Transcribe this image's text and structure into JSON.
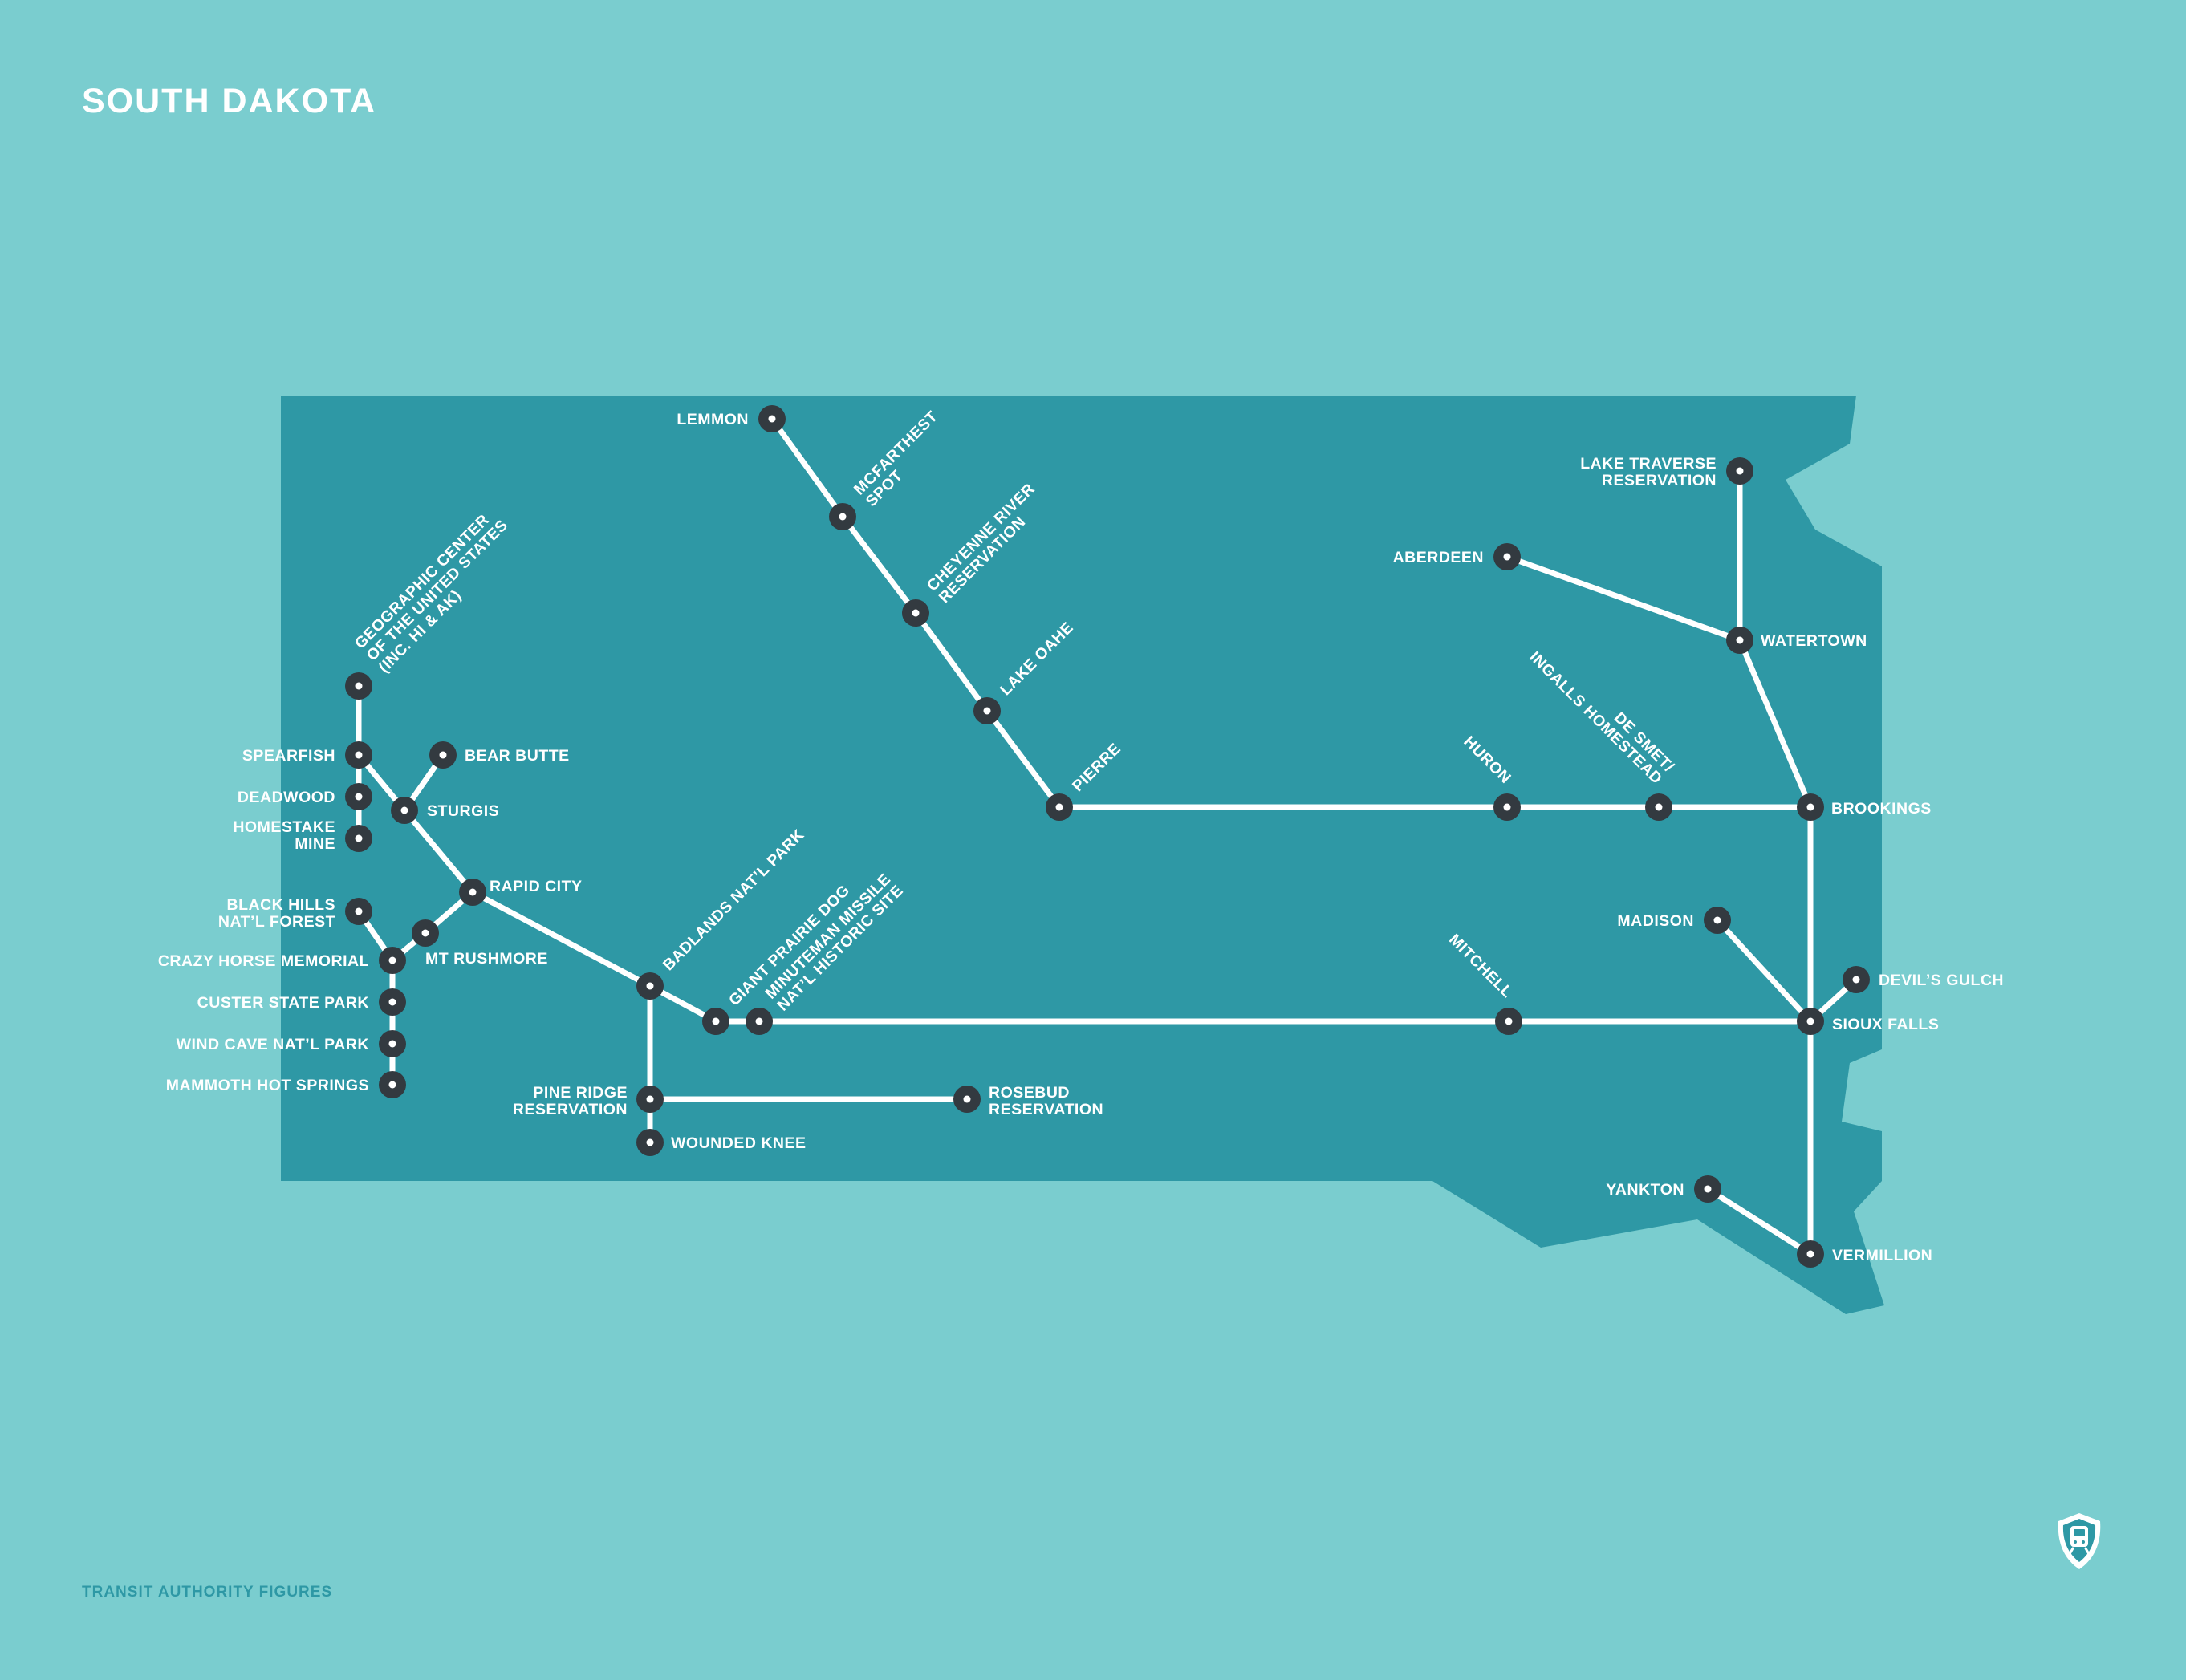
{
  "title": "SOUTH DAKOTA",
  "footer": "TRANSIT AUTHORITY FIGURES",
  "colors": {
    "background": "#7acdcf",
    "state": "#2e98a5",
    "route": "#ffffff",
    "stop": "#333a40"
  },
  "logo_icon": "transit-shield-icon",
  "stations": {
    "lemmon": [
      "LEMMON"
    ],
    "mcfarthest": [
      "MCFARTHEST",
      "SPOT"
    ],
    "cheyenne": [
      "CHEYENNE RIVER",
      "RESERVATION"
    ],
    "lake_oahe": [
      "LAKE OAHE"
    ],
    "pierre": [
      "PIERRE"
    ],
    "huron": [
      "HURON"
    ],
    "de_smet": [
      "DE SMET/",
      "INGALLS HOMESTEAD"
    ],
    "brookings": [
      "BROOKINGS"
    ],
    "lake_traverse": [
      "LAKE TRAVERSE",
      "RESERVATION"
    ],
    "aberdeen": [
      "ABERDEEN"
    ],
    "watertown": [
      "WATERTOWN"
    ],
    "madison": [
      "MADISON"
    ],
    "devils_gulch": [
      "DEVIL’S GULCH"
    ],
    "sioux_falls": [
      "SIOUX FALLS"
    ],
    "mitchell": [
      "MITCHELL"
    ],
    "yankton": [
      "YANKTON"
    ],
    "vermillion": [
      "VERMILLION"
    ],
    "geo_center": [
      "GEOGRAPHIC CENTER",
      "OF THE UNITED STATES",
      "(INC. HI & AK)"
    ],
    "spearfish": [
      "SPEARFISH"
    ],
    "bear_butte": [
      "BEAR BUTTE"
    ],
    "deadwood": [
      "DEADWOOD"
    ],
    "sturgis": [
      "STURGIS"
    ],
    "homestake": [
      "HOMESTAKE",
      "MINE"
    ],
    "rapid_city": [
      "RAPID CITY"
    ],
    "black_hills": [
      "BLACK HILLS",
      "NAT’L FOREST"
    ],
    "mt_rushmore": [
      "MT RUSHMORE"
    ],
    "crazy_horse": [
      "CRAZY HORSE MEMORIAL"
    ],
    "custer": [
      "CUSTER STATE PARK"
    ],
    "wind_cave": [
      "WIND CAVE NAT’L PARK"
    ],
    "mammoth": [
      "MAMMOTH HOT SPRINGS"
    ],
    "badlands": [
      "BADLANDS NAT’L PARK"
    ],
    "prairie_dog": [
      "GIANT PRAIRIE DOG"
    ],
    "minuteman": [
      "MINUTEMAN MISSILE",
      "NAT’L HISTORIC SITE"
    ],
    "pine_ridge": [
      "PINE RIDGE",
      "RESERVATION"
    ],
    "rosebud": [
      "ROSEBUD",
      "RESERVATION"
    ],
    "wounded_knee": [
      "WOUNDED KNEE"
    ]
  }
}
